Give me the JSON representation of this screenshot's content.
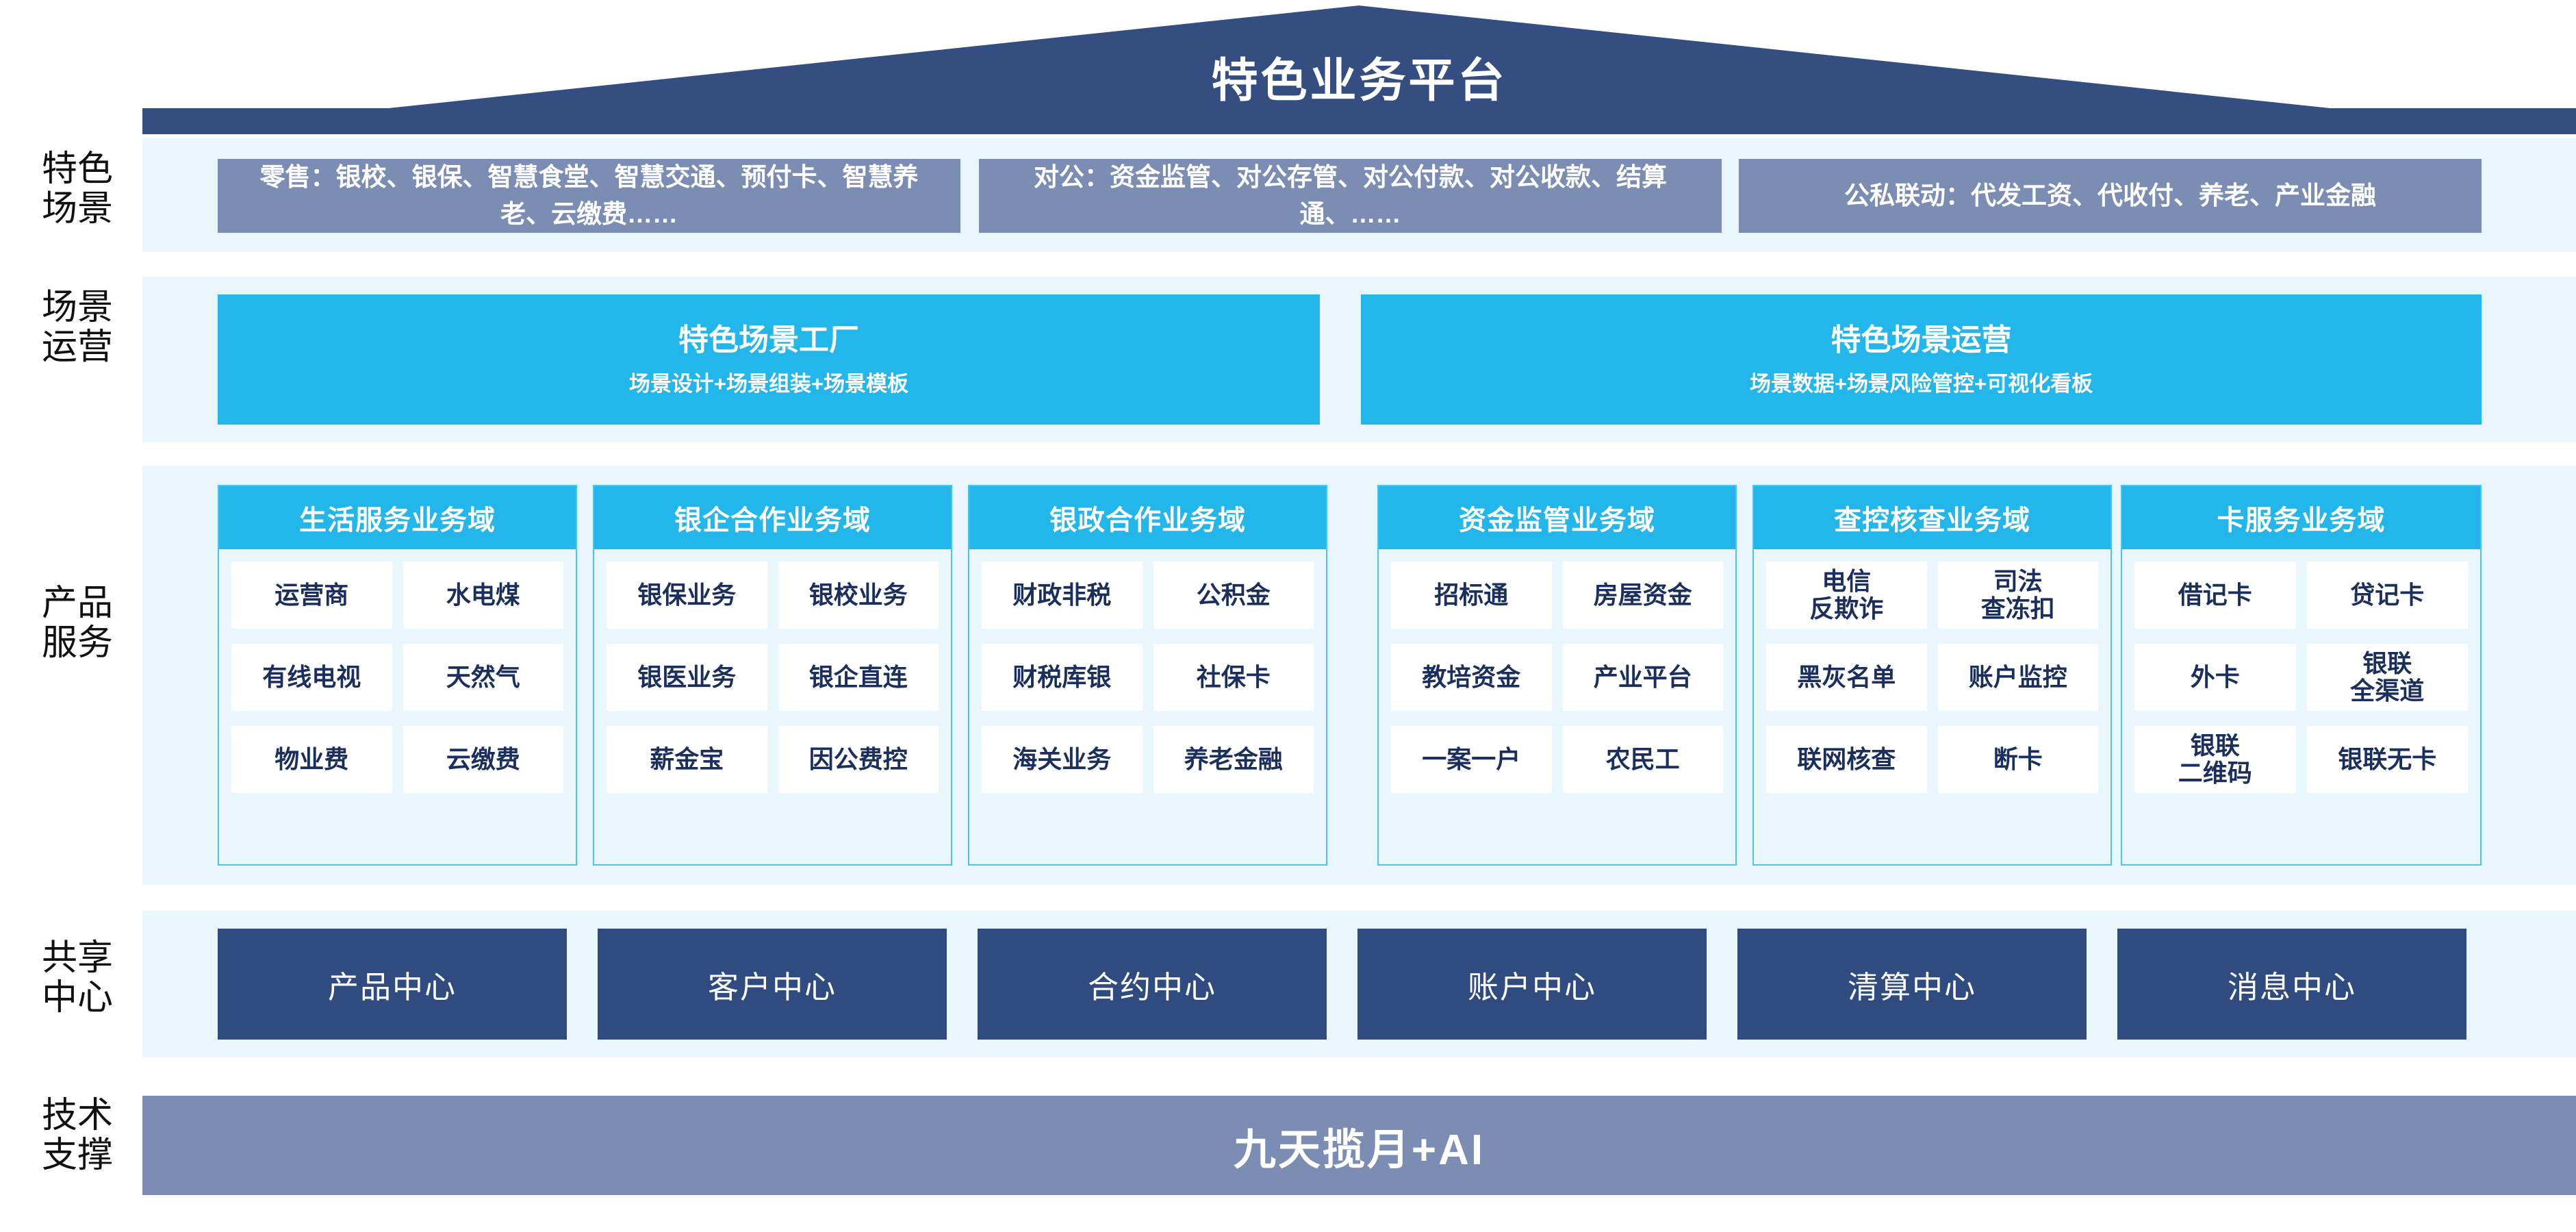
{
  "header": {
    "title": "特色业务平台",
    "roof_color": "#344e82"
  },
  "colors": {
    "panel_bg": "#e9f6fd",
    "cyan": "#23b6ea",
    "cyan_border": "#4fc3f0",
    "grey_blue": "#7c8db4",
    "dark_navy": "#2f4b7f",
    "roof_navy": "#344e82",
    "text_navy": "#1b2f5e"
  },
  "rows": {
    "scenarios_label": "特色\n场景",
    "operations_label": "场景\n运营",
    "products_label": "产品\n服务",
    "centers_label": "共享\n中心",
    "tech_label": "技术\n支撑"
  },
  "scenarios": [
    {
      "text": "零售：银校、银保、智慧食堂、智慧交通、预付卡、智慧养老、云缴费……"
    },
    {
      "text": "对公：资金监管、对公存管、对公付款、对公收款、结算通、……"
    },
    {
      "text": "公私联动：代发工资、代收付、养老、产业金融"
    }
  ],
  "operations": [
    {
      "title": "特色场景工厂",
      "subtitle": "场景设计+场景组装+场景模板"
    },
    {
      "title": "特色场景运营",
      "subtitle": "场景数据+场景风险管控+可视化看板"
    }
  ],
  "domains": [
    {
      "title": "生活服务业务域",
      "items": [
        "运营商",
        "水电煤",
        "有线电视",
        "天然气",
        "物业费",
        "云缴费"
      ]
    },
    {
      "title": "银企合作业务域",
      "items": [
        "银保业务",
        "银校业务",
        "银医业务",
        "银企直连",
        "薪金宝",
        "因公费控"
      ]
    },
    {
      "title": "银政合作业务域",
      "items": [
        "财政非税",
        "公积金",
        "财税库银",
        "社保卡",
        "海关业务",
        "养老金融"
      ]
    },
    {
      "title": "资金监管业务域",
      "items": [
        "招标通",
        "房屋资金",
        "教培资金",
        "产业平台",
        "一案一户",
        "农民工"
      ]
    },
    {
      "title": "查控核查业务域",
      "items": [
        "电信\n反欺诈",
        "司法\n查冻扣",
        "黑灰名单",
        "账户监控",
        "联网核查",
        "断卡"
      ]
    },
    {
      "title": "卡服务业务域",
      "items": [
        "借记卡",
        "贷记卡",
        "外卡",
        "银联\n全渠道",
        "银联\n二维码",
        "银联无卡"
      ]
    }
  ],
  "shared_centers": [
    {
      "label": "产品中心"
    },
    {
      "label": "客户中心"
    },
    {
      "label": "合约中心"
    },
    {
      "label": "账户中心"
    },
    {
      "label": "清算中心"
    },
    {
      "label": "消息中心"
    }
  ],
  "tech_support": {
    "label": "九天揽月+AI"
  }
}
